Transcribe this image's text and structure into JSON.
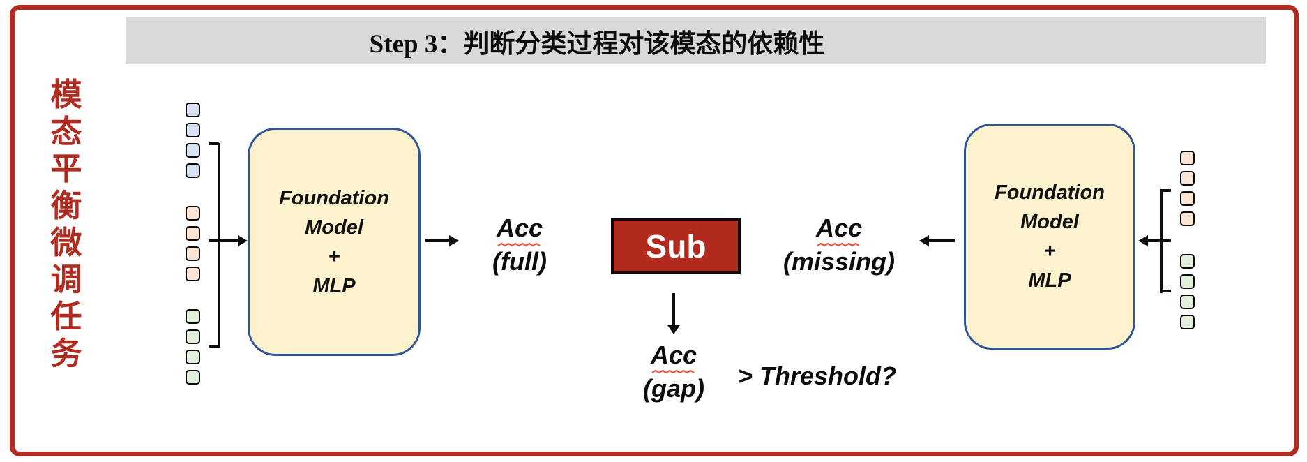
{
  "frame": {
    "border_color": "#B02B20"
  },
  "title_bar": {
    "text": "Step 3：判断分类过程对该模态的依赖性",
    "bg": "#D9D9D9"
  },
  "side_label": {
    "text": "模态平衡微调任务",
    "chars": [
      "模",
      "态",
      "平",
      "衡",
      "微",
      "调",
      "任",
      "务"
    ],
    "color": "#B02B20"
  },
  "models": {
    "fill": "#FCF2CE",
    "border": "#2F5597",
    "left": {
      "lines": [
        "Foundation",
        "Model",
        "+",
        "MLP"
      ]
    },
    "right": {
      "lines": [
        "Foundation",
        "Model",
        "+",
        "MLP"
      ]
    }
  },
  "metrics": {
    "acc_full": {
      "name": "Acc",
      "qualifier": "(full)"
    },
    "acc_missing": {
      "name": "Acc",
      "qualifier": "(missing)"
    },
    "acc_gap": {
      "name": "Acc",
      "qualifier": "(gap)"
    },
    "underline_color": "#E8553F"
  },
  "operator": {
    "label": "Sub",
    "fill": "#B2291D",
    "text_color": "#FFFFFF"
  },
  "decision": {
    "label": "> Threshold?"
  },
  "tokens": {
    "colors": {
      "blue": "#D9E2F3",
      "peach": "#FBE5D6",
      "green": "#E2EFDA"
    },
    "left_groups": [
      {
        "color": "blue",
        "count": 4
      },
      {
        "color": "peach",
        "count": 4
      },
      {
        "color": "green",
        "count": 4
      }
    ],
    "right_groups": [
      {
        "color": "peach",
        "count": 4
      },
      {
        "color": "green",
        "count": 4
      }
    ]
  }
}
